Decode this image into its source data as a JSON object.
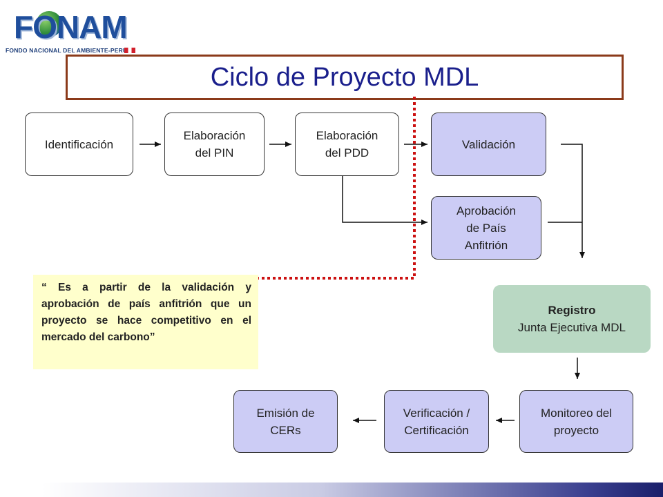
{
  "header": {
    "logo_text": "FONAM",
    "logo_subtitle": "FONDO NACIONAL DEL AMBIENTE-PERU",
    "title": "Ciclo de Proyecto MDL"
  },
  "steps": {
    "identificacion": "Identificación",
    "pin": "Elaboración\ndel PIN",
    "pdd": "Elaboración\ndel PDD",
    "validacion": "Validación",
    "aprobacion": "Aprobación\nde País\nAnfitrión",
    "registro_title": "Registro",
    "registro_sub": "Junta Ejecutiva MDL",
    "monitoreo": "Monitoreo del\nproyecto",
    "verificacion": "Verificación /\nCertificación",
    "emision": "Emisión de\nCERs"
  },
  "quote": "“ Es a partir de la validación y aprobación de país anfitrión que un proyecto se hace competitivo en el mercado del carbono”",
  "colors": {
    "title_text": "#1a1f8c",
    "title_border": "#8b3a1a",
    "lavender_box": "#ccccf5",
    "green_box": "#b9d8c3",
    "quote_bg": "#ffffcc",
    "dotted_line": "#cc1111"
  }
}
